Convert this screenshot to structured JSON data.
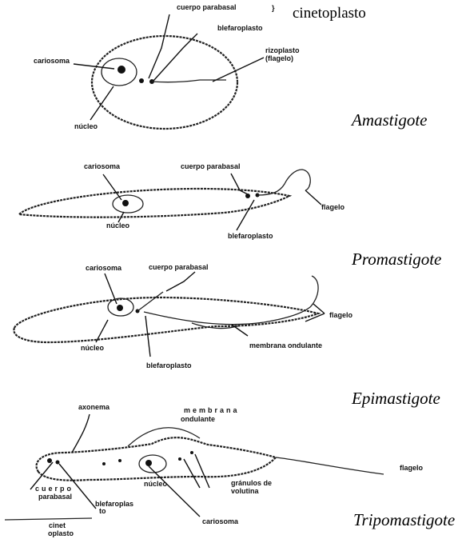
{
  "header": {
    "cuerpo_parabasal": "cuerpo parabasal",
    "separator": "}",
    "blefaroplasto": "blefaroplasto",
    "cinetoplasto": "cinetoplasto"
  },
  "amastigote": {
    "name": "Amastigote",
    "cariosoma": "cariosoma",
    "nucleo": "núcleo",
    "rizoplasto": "rizoplasto",
    "flagelo": "(flagelo)"
  },
  "promastigote": {
    "name": "Promastigote",
    "cariosoma": "cariosoma",
    "cuerpo_parabasal": "cuerpo parabasal",
    "flagelo": "flagelo",
    "nucleo": "núcleo",
    "blefaroplasto": "blefaroplasto"
  },
  "epimastigote": {
    "name": "Epimastigote",
    "cariosoma": "cariosoma",
    "cuerpo_parabasal": "cuerpo parabasal",
    "flagelo": "flagelo",
    "nucleo": "núcleo",
    "membrana_ondulante": "membrana ondulante",
    "blefaroplasto": "blefaroplasto"
  },
  "tripomastigote": {
    "name": "Tripomastigote",
    "axonema": "axonema",
    "membrana_ondulante_1": "membrana",
    "membrana_ondulante_2": "ondulante",
    "flagelo": "flagelo",
    "cuerpo_1": "cuerpo",
    "cuerpo_2": "parabasal",
    "blefaroplasto_1": "blefaroplas",
    "blefaroplasto_2": "to",
    "nucleo": "núcleo",
    "granulos_1": "gránulos de",
    "granulos_2": "volutina",
    "cariosoma": "cariosoma",
    "cinetoplasto_1": "cinet",
    "cinetoplasto_2": "oplasto"
  }
}
